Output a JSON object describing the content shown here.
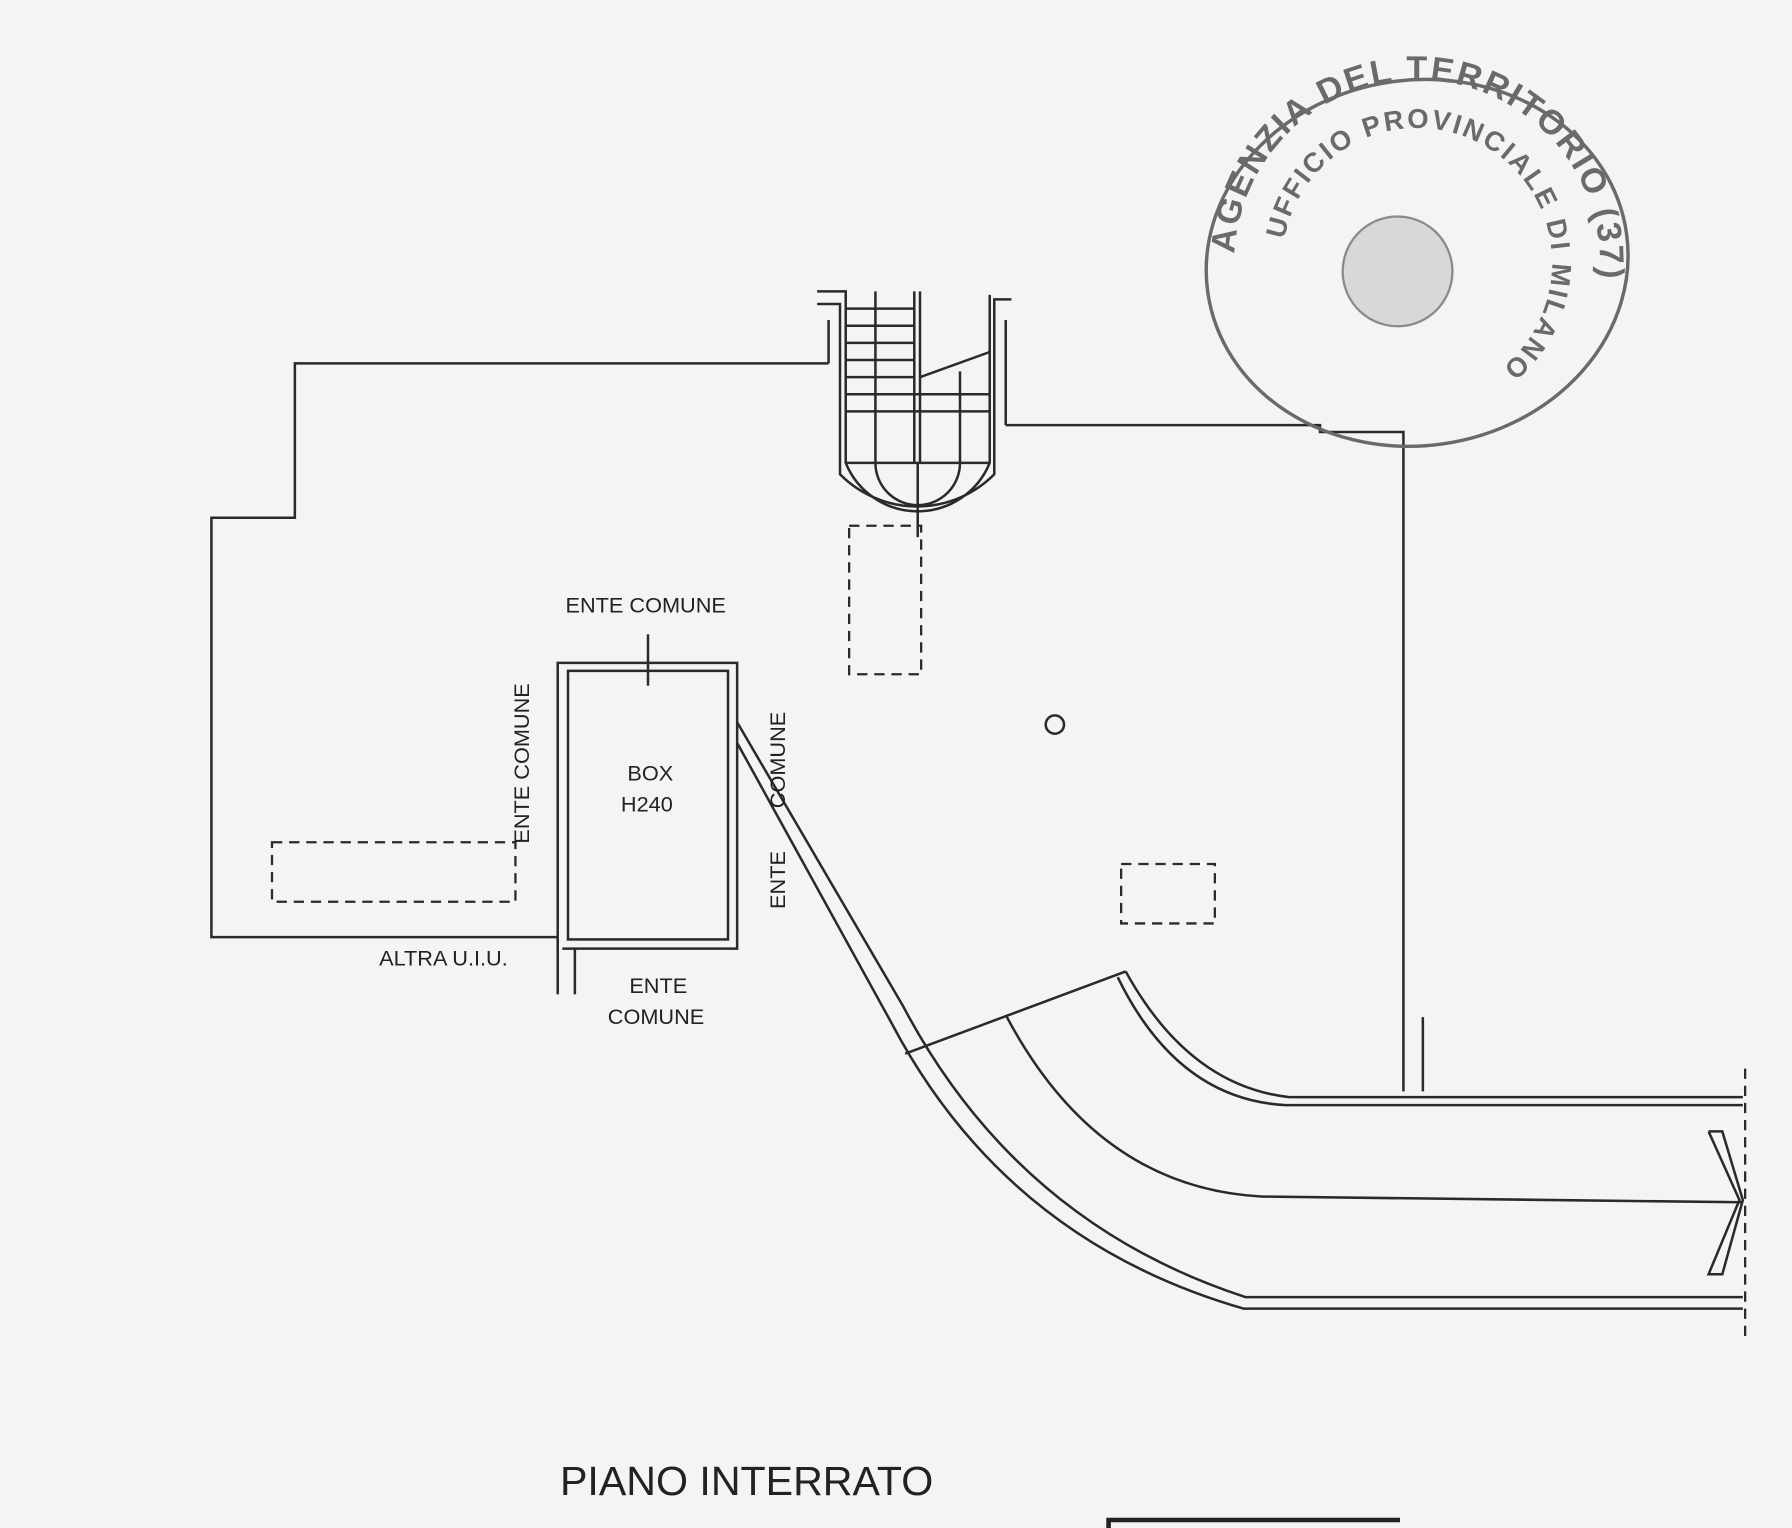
{
  "plan": {
    "title": "PIANO INTERRATO",
    "labels": {
      "ente_comune_top": "ENTE COMUNE",
      "ente_comune_left": "ENTE COMUNE",
      "ente_comune_right_1": "ENTE",
      "ente_comune_right_2": "COMUNE",
      "ente_comune_bottom_1": "ENTE",
      "ente_comune_bottom_2": "COMUNE",
      "box": "BOX",
      "box_height": "H240",
      "altra_uiu": "ALTRA U.I.U."
    }
  },
  "stamp": {
    "outer_text": "AGENZIA DEL TERRITORIO (37)",
    "inner_text": "UFFICIO PROVINCIALE DI MILANO"
  },
  "colors": {
    "paper": "#f4f4f2",
    "ink": "#2a2a2a",
    "stamp": "#6a6a6a"
  }
}
